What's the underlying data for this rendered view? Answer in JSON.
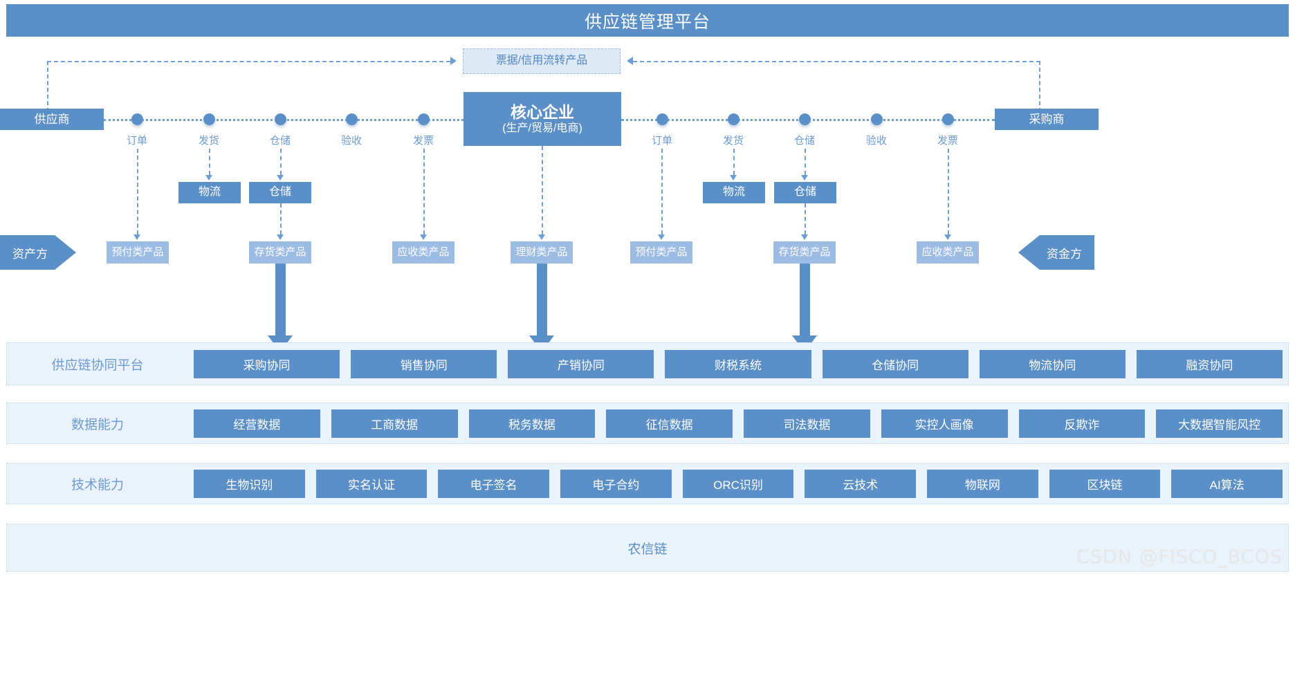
{
  "header": {
    "title": "供应链管理平台"
  },
  "colors": {
    "brand": "#5b8fc7",
    "brand_light": "#9cbce4",
    "band_bg": "#eaf2fb",
    "ghost_bg": "#dee9f6",
    "line": "#6e9fd4",
    "text_blue": "#6c9ad2",
    "white": "#ffffff"
  },
  "flow": {
    "credit_product": "票据/信用流转产品",
    "left_endpoint": "供应商",
    "right_endpoint": "采购商",
    "core": {
      "title": "核心企业",
      "subtitle": "(生产/贸易/电商)"
    },
    "left_steps": [
      "订单",
      "发货",
      "仓储",
      "验收",
      "发票"
    ],
    "right_steps": [
      "订单",
      "发货",
      "仓储",
      "验收",
      "发票"
    ],
    "left_service_boxes": [
      "物流",
      "仓储"
    ],
    "right_service_boxes": [
      "物流",
      "仓储"
    ],
    "asset_side": "资产方",
    "fund_side": "资金方",
    "products": [
      "预付类产品",
      "存货类产品",
      "应收类产品",
      "理财类产品",
      "预付类产品",
      "存货类产品",
      "应收类产品"
    ]
  },
  "layers": [
    {
      "label": "供应链协同平台",
      "items": [
        "采购协同",
        "销售协同",
        "产销协同",
        "财税系统",
        "仓储协同",
        "物流协同",
        "融资协同"
      ]
    },
    {
      "label": "数据能力",
      "items": [
        "经营数据",
        "工商数据",
        "税务数据",
        "征信数据",
        "司法数据",
        "实控人画像",
        "反欺诈",
        "大数据智能风控"
      ]
    },
    {
      "label": "技术能力",
      "items": [
        "生物识别",
        "实名认证",
        "电子签名",
        "电子合约",
        "ORC识别",
        "云技术",
        "物联网",
        "区块链",
        "AI算法"
      ]
    }
  ],
  "footer": {
    "label": "农信链"
  },
  "watermark": {
    "text": "CSDN @FISCO_BCOS"
  }
}
